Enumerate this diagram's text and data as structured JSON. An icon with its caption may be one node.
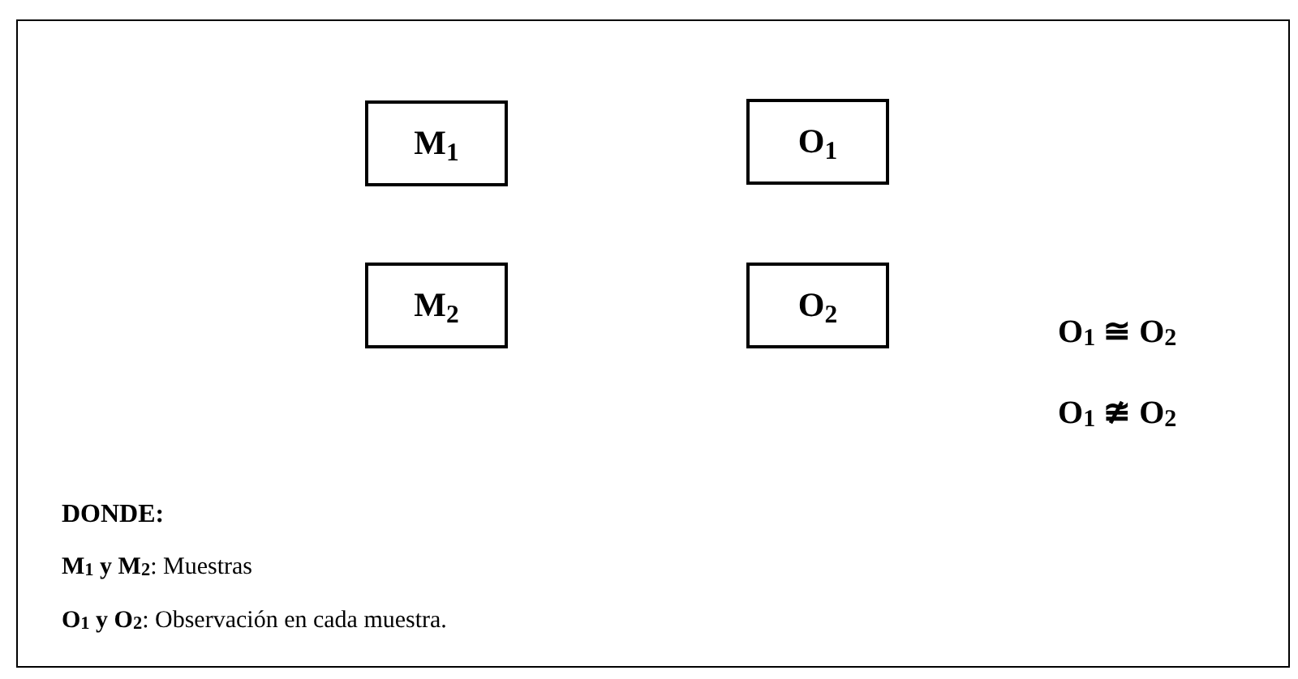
{
  "diagram": {
    "nodes": [
      {
        "text": [
          "M$_{1}$"
        ]
      },
      {
        "text": [
          "O$_{1}$"
        ]
      },
      {
        "text": [
          "M$_{2}$"
        ]
      },
      {
        "text": [
          "O$_{2}$"
        ]
      }
    ],
    "edges": [],
    "labels": [
      "O$_{1}$ ≅ O$_{2}$",
      "O$_{1}$ ≇ O$_{2}$",
      "DONDE:",
      "**M$_{1}$ y M$_{2}$**: Muestras",
      "**O$_{1}$ y O$_{2}$**: Observación en cada muestra."
    ]
  }
}
